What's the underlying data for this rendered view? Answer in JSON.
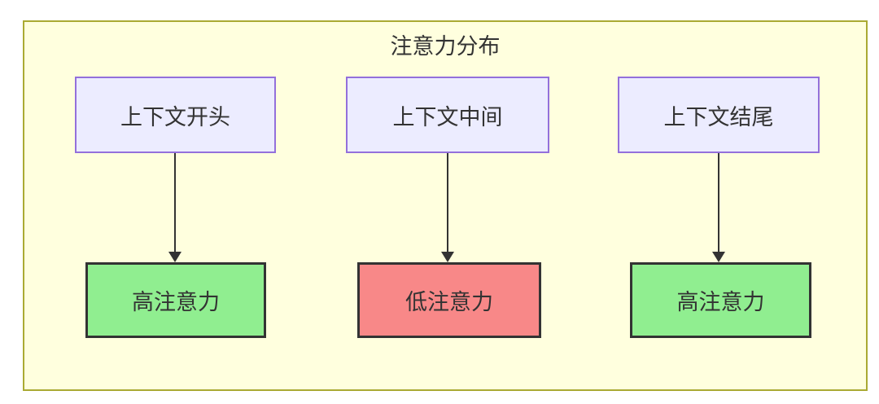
{
  "diagram": {
    "title": "注意力分布",
    "type": "flowchart",
    "colors": {
      "container_bg": "#FFFFDE",
      "container_border": "#AAAA33",
      "source_bg": "#ECECFF",
      "source_border": "#9370DB",
      "high_attention_bg": "#90EE90",
      "low_attention_bg": "#F88888",
      "target_border": "#333333",
      "arrow": "#333333",
      "text": "#333333"
    },
    "columns": [
      {
        "source": {
          "label": "上下文开头"
        },
        "target": {
          "label": "高注意力",
          "attention": "high"
        }
      },
      {
        "source": {
          "label": "上下文中间"
        },
        "target": {
          "label": "低注意力",
          "attention": "low"
        }
      },
      {
        "source": {
          "label": "上下文结尾"
        },
        "target": {
          "label": "高注意力",
          "attention": "high"
        }
      }
    ]
  }
}
